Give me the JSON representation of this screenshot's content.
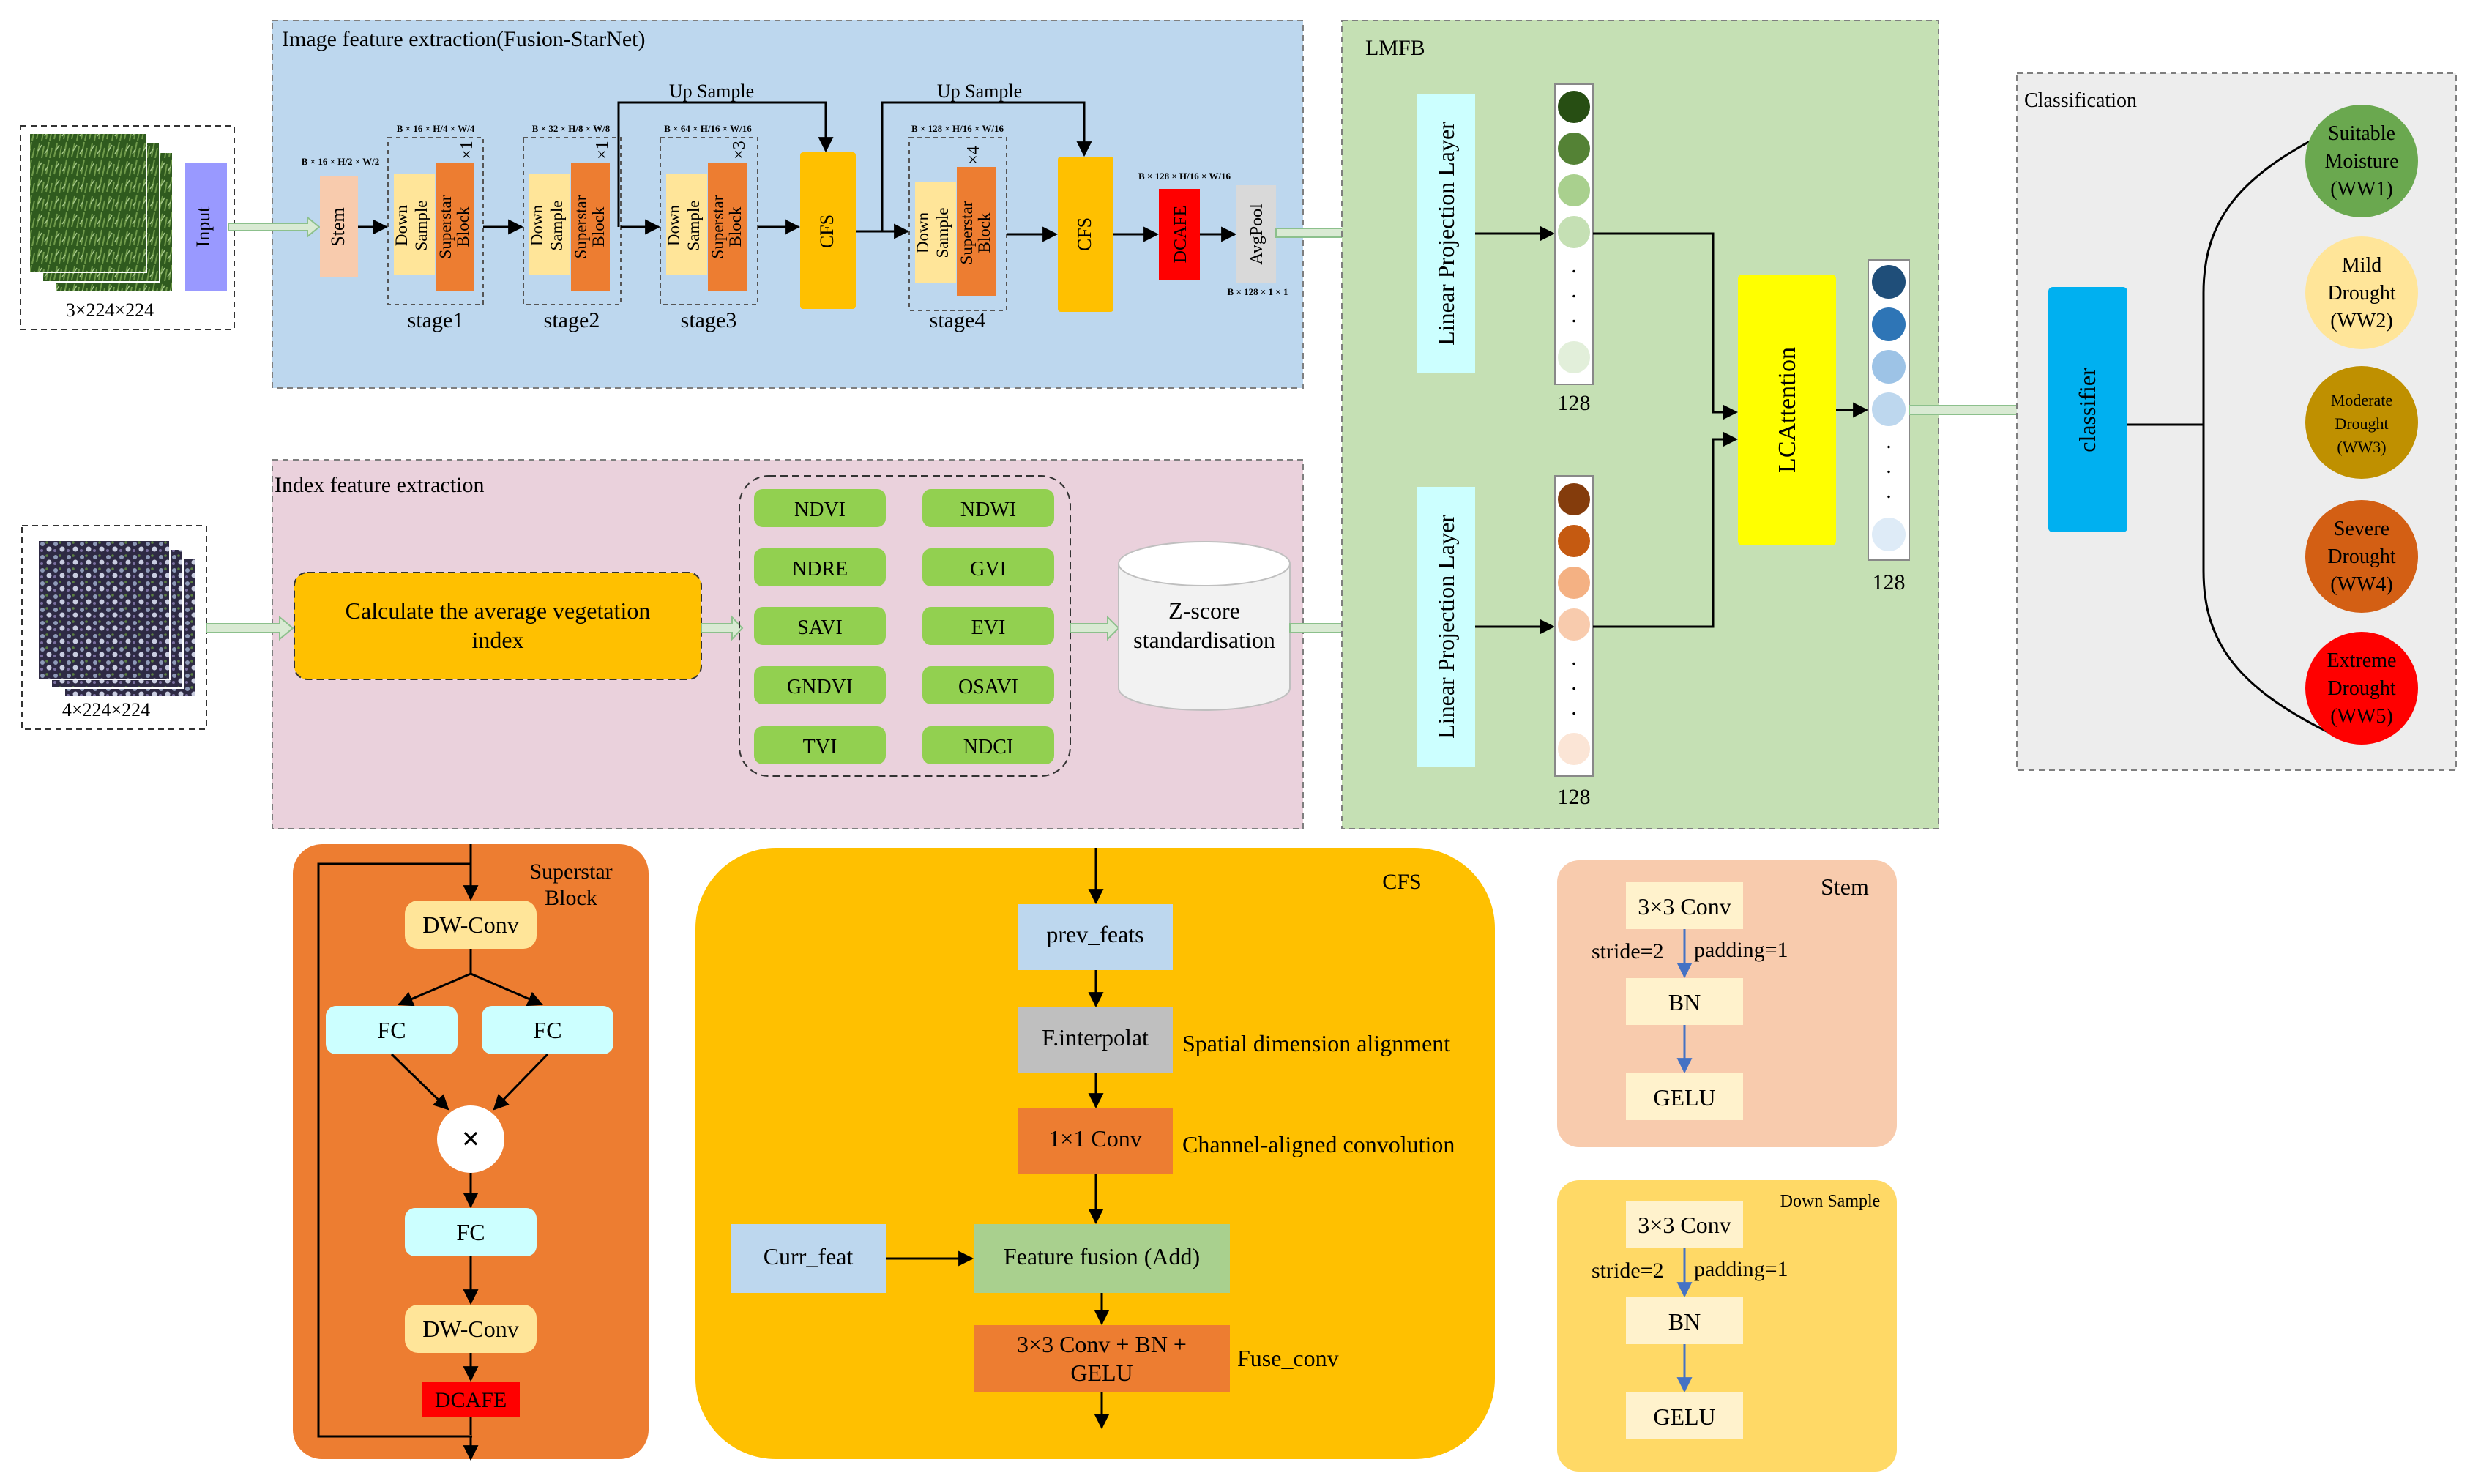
{
  "image_branch": {
    "title": "Image feature extraction(Fusion-StarNet)",
    "input_label": "Input",
    "input_size": "3×224×224",
    "stem": "Stem",
    "down_sample": [
      "Down",
      "Sample"
    ],
    "superstar_block": [
      "Superstar",
      "Block"
    ],
    "stages": [
      {
        "label": "stage1",
        "repeat": "×1",
        "dim": "B × 16 × H/4 × W/4"
      },
      {
        "label": "stage2",
        "repeat": "×1",
        "dim": "B × 32 × H/8 × W/8"
      },
      {
        "label": "stage3",
        "repeat": "×3",
        "dim": "B × 64 × H/16 × W/16"
      },
      {
        "label": "stage4",
        "repeat": "×4",
        "dim": "B × 128 × H/16 × W/16"
      }
    ],
    "stem_dim": "B × 16 × H/2 × W/2",
    "up_sample": "Up Sample",
    "cfs": "CFS",
    "dcafe": "DCAFE",
    "dcafe_dim": "B × 128 × H/16 × W/16",
    "avgpool": "AvgPool",
    "avgpool_dim": "B × 128 × 1 × 1"
  },
  "index_branch": {
    "title": "Index feature extraction",
    "input_size": "4×224×224",
    "calc": [
      "Calculate the average vegetation",
      "index"
    ],
    "indices": [
      "NDVI",
      "NDWI",
      "NDRE",
      "GVI",
      "SAVI",
      "EVI",
      "GNDVI",
      "OSAVI",
      "TVI",
      "NDCI"
    ],
    "zscore": [
      "Z-score",
      "standardisation"
    ]
  },
  "lmfb": {
    "title": "LMFB",
    "linear_projection": "Linear Projection Layer",
    "dim": "128",
    "lcattention": "LCAttention"
  },
  "classification": {
    "title": "Classification",
    "classifier": "classifier",
    "classes": [
      {
        "lines": [
          "Suitable",
          "Moisture",
          "(WW1)"
        ],
        "color": "#6aa84f"
      },
      {
        "lines": [
          "Mild",
          "Drought",
          "(WW2)"
        ],
        "color": "#ffe599"
      },
      {
        "lines": [
          "Moderate",
          "Drought",
          "(WW3)"
        ],
        "color": "#bf9000"
      },
      {
        "lines": [
          "Severe",
          "Drought",
          "(WW4)"
        ],
        "color": "#d35f14"
      },
      {
        "lines": [
          "Extreme",
          "Drought",
          "(WW5)"
        ],
        "color": "#ff0000"
      }
    ]
  },
  "superstar_panel": {
    "title": [
      "Superstar",
      "Block"
    ],
    "dw_conv": "DW-Conv",
    "fc": "FC",
    "multiply": "×",
    "dcafe": "DCAFE"
  },
  "cfs_panel": {
    "title": "CFS",
    "prev_feats": "prev_feats",
    "interp": "F.interpolat",
    "interp_note": "Spatial dimension alignment",
    "conv1": "1×1 Conv",
    "conv1_note": "Channel-aligned convolution",
    "curr_feat": "Curr_feat",
    "fusion": "Feature fusion (Add)",
    "fuse_conv": [
      "3×3 Conv + BN +",
      "GELU"
    ],
    "fuse_note": "Fuse_conv"
  },
  "stem_panel": {
    "title": "Stem",
    "conv": "3×3 Conv",
    "stride": "stride=2",
    "padding": "padding=1",
    "bn": "BN",
    "gelu": "GELU"
  },
  "down_panel": {
    "title": "Down Sample",
    "conv": "3×3 Conv",
    "stride": "stride=2",
    "padding": "padding=1",
    "bn": "BN",
    "gelu": "GELU"
  },
  "colors": {
    "image_panel": "#bdd7ee",
    "index_panel": "#ead1dc",
    "lmfb_panel": "#c5e0b4",
    "class_panel": "#ededed",
    "orange": "#ed7d31",
    "yellow": "#ffc000",
    "green_index": "#92d050",
    "cyan": "#ccffff",
    "lcattention": "#ffff00",
    "classifier": "#00b0f0",
    "dcafe": "#ff0000"
  }
}
